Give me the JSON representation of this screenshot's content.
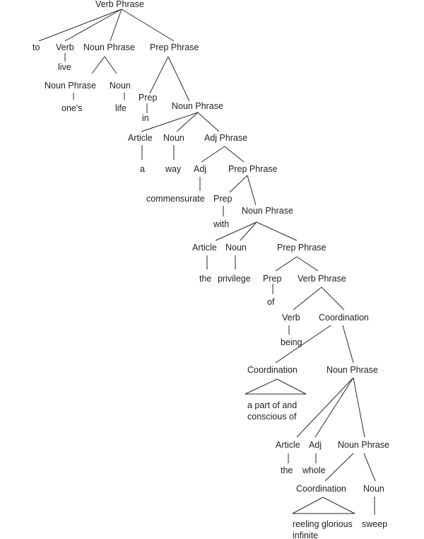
{
  "tree": {
    "labels": [
      "Verb Phrase",
      "to",
      "Verb",
      "Noun Phrase",
      "Prep Phrase",
      "live",
      "Noun Phrase",
      "Noun",
      "one's",
      "life",
      "Prep",
      "in",
      "Noun Phrase",
      "Article",
      "Noun",
      "Adj Phrase",
      "a",
      "way",
      "Adj",
      "Prep Phrase",
      "commensurate",
      "Prep",
      "Noun Phrase",
      "with",
      "Article",
      "Noun",
      "Prep Phrase",
      "the",
      "privilege",
      "Prep",
      "Verb Phrase",
      "of",
      "Verb",
      "Coordination",
      "being",
      "Coordination",
      "Noun Phrase",
      "a part of and",
      "conscious of",
      "Article",
      "Adj",
      "Noun Phrase",
      "the",
      "whole",
      "Coordination",
      "Noun",
      "reeling glorious",
      "infinite",
      "sweep"
    ]
  }
}
